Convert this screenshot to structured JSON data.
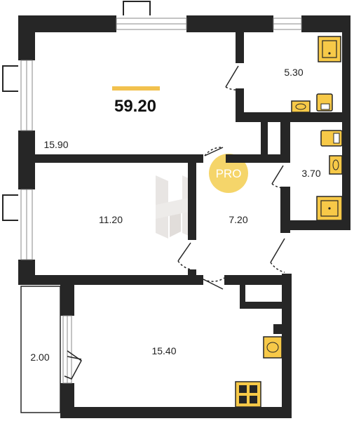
{
  "plan": {
    "total_area": "59.20",
    "badge": "PRO",
    "rooms": [
      {
        "id": "living-room",
        "area": "15.90"
      },
      {
        "id": "bathroom",
        "area": "5.30"
      },
      {
        "id": "toilet",
        "area": "3.70"
      },
      {
        "id": "bedroom",
        "area": "11.20"
      },
      {
        "id": "hallway",
        "area": "7.20"
      },
      {
        "id": "balcony",
        "area": "2.00"
      },
      {
        "id": "kitchen",
        "area": "15.40"
      }
    ]
  },
  "colors": {
    "wall": "#262626",
    "fixture": "#f7c948",
    "accent_bar": "#f2c14e",
    "badge": "#f5d56a",
    "watermark": "#e6e3e1"
  },
  "icons": [
    "door-swing-icon",
    "bathtub-icon",
    "sink-icon",
    "toilet-icon",
    "stove-icon",
    "logo-watermark-icon"
  ]
}
